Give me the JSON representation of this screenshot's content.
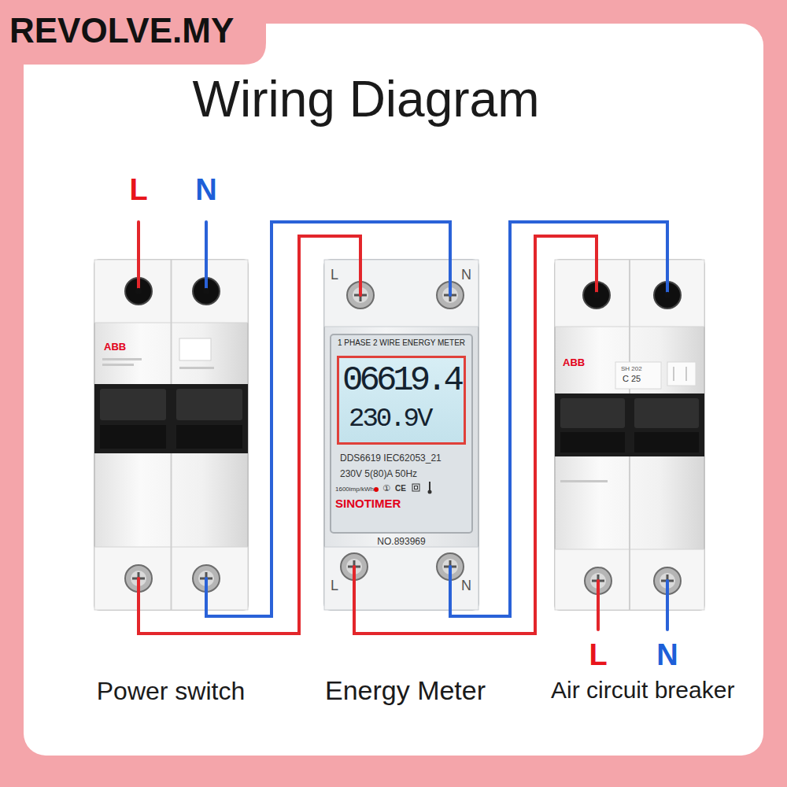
{
  "diagram": {
    "title": "Wiring Diagram",
    "nodes": [
      {
        "text": [
          "ABB"
        ]
      },
      {
        "text": [
          "L",
          "N",
          "1 PHASE 2 WIRE ENERGY METER",
          "DDS6619 IEC62053_21",
          "230V 5(80)A 50Hz",
          "1600imp/kWh",
          "①",
          "CE",
          "SINOTIMER",
          "NO.893969",
          "L",
          "N"
        ]
      },
      {
        "text": [
          "06619.4",
          "230.9V"
        ],
        "in": 1
      },
      {
        "text": [
          "ABB",
          "SH 202",
          "C 25"
        ]
      }
    ],
    "edges": [
      {
        "from": 0,
        "to": 1,
        "arrow": "none"
      },
      {
        "from": 0,
        "to": 1,
        "arrow": "none"
      },
      {
        "from": 1,
        "to": 3,
        "arrow": "none"
      },
      {
        "from": 1,
        "to": 3,
        "arrow": "none"
      }
    ],
    "labels": [
      "REVOLVE.MY",
      "L",
      "N",
      "L",
      "N",
      "Power switch",
      "Energy Meter",
      "Air circuit breaker"
    ]
  }
}
